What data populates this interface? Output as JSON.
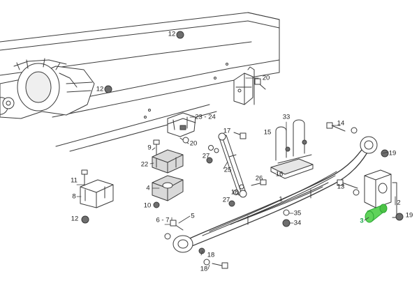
{
  "colors": {
    "line": "#3a3a3a",
    "fill": "#ffffff",
    "shade": "#d9d9d9",
    "dark": "#6e6e6e",
    "highlight": "#5fd35a",
    "highlight_dark": "#2ea836"
  },
  "callouts": {
    "c12_top": "12",
    "c12_mid": "12",
    "c12_bot": "12",
    "c20": "20",
    "c23_24": "23 - 24",
    "c9": "9",
    "c20b": "20",
    "c22": "22",
    "c4": "4",
    "c10": "10",
    "c11": "11",
    "c8": "8",
    "c17": "17",
    "c27a": "27",
    "c25": "25",
    "c18a": "18",
    "c26": "26",
    "c27b": "27",
    "c33": "33",
    "c14": "14",
    "c15": "15",
    "c19a": "19",
    "c13": "13",
    "c1": "1",
    "c2": "2",
    "c3": "3",
    "c19b": "19",
    "c35": "35",
    "c34": "34",
    "c5": "5",
    "c6_7": "6 - 7",
    "c16": "16",
    "c18b": "18",
    "c18c": "18"
  }
}
